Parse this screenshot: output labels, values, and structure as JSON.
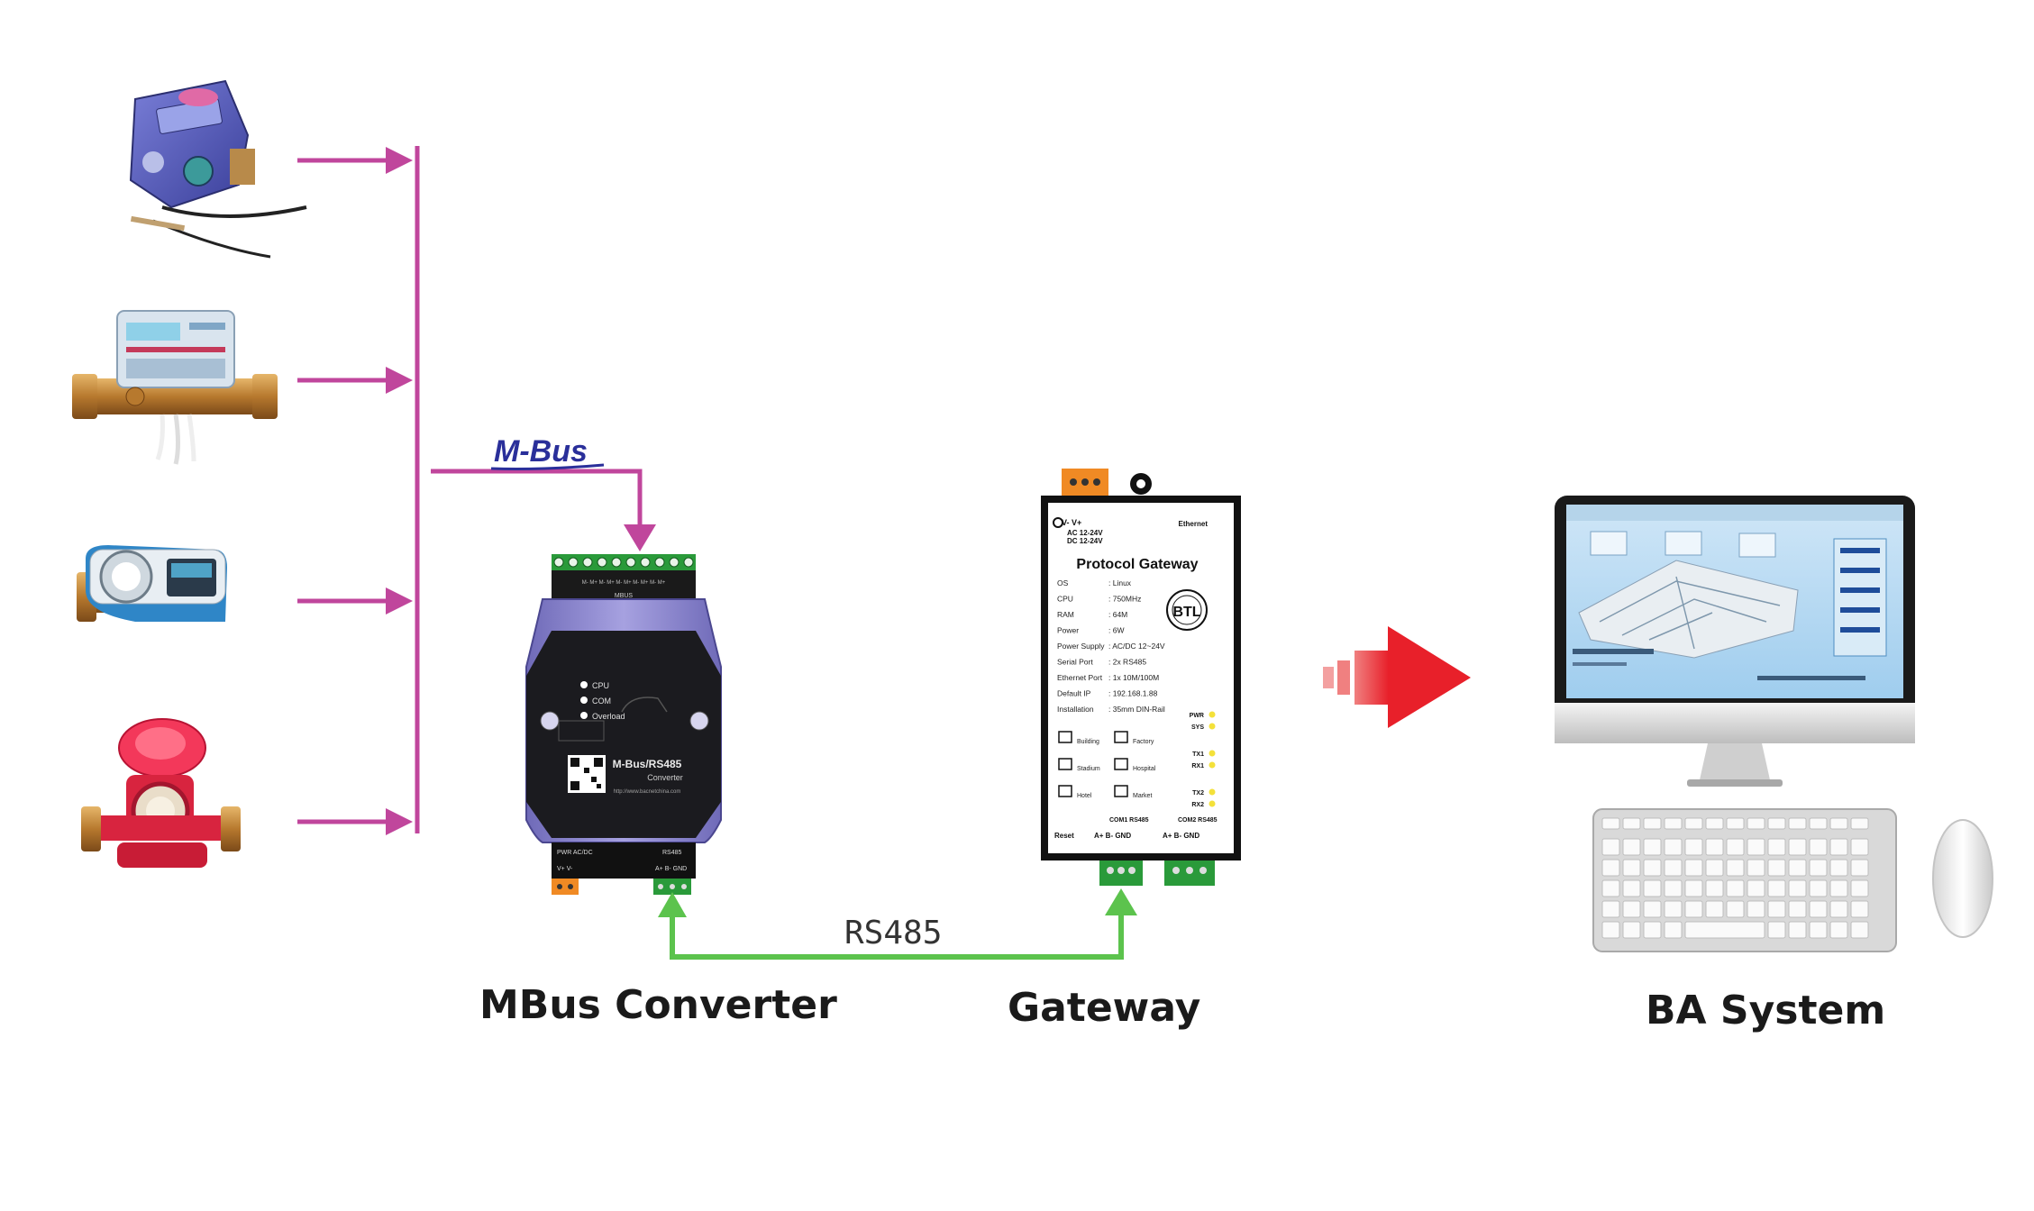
{
  "bus_label": "M-Bus",
  "rs485_label": "RS485",
  "captions": {
    "converter": "MBus Converter",
    "gateway": "Gateway",
    "ba_system": "BA System"
  },
  "converter": {
    "top_strip": "MBUS",
    "terminal_text": "M- M+ M- M+ M- M+ M- M+ M- M+",
    "leds": [
      "CPU",
      "COM",
      "Overload"
    ],
    "model": "M-Bus/RS485",
    "model_sub": "Converter",
    "url": "http://www.bacnetchina.com",
    "pwr_label": "PWR\nAC/DC",
    "pwr_pins": "V+   V-",
    "rs485_label": "RS485",
    "rs485_pins": "A+  B-  GND"
  },
  "gateway": {
    "power_title": "V-   V+",
    "power_ac": "AC 12-24V",
    "power_dc": "DC 12-24V",
    "ethernet": "Ethernet",
    "title": "Protocol Gateway",
    "specs": [
      {
        "k": "OS",
        "v": ": Linux"
      },
      {
        "k": "CPU",
        "v": ": 750MHz"
      },
      {
        "k": "RAM",
        "v": ": 64M"
      },
      {
        "k": "Power",
        "v": ": 6W"
      },
      {
        "k": "Power Supply",
        "v": ": AC/DC 12~24V"
      },
      {
        "k": "Serial Port",
        "v": ": 2x RS485"
      },
      {
        "k": "Ethernet Port",
        "v": ": 1x 10M/100M"
      },
      {
        "k": "Default IP",
        "v": ": 192.168.1.88"
      },
      {
        "k": "Installation",
        "v": ": 35mm DIN-Rail"
      }
    ],
    "leds": [
      "PWR",
      "SYS",
      "TX1",
      "RX1",
      "TX2",
      "RX2"
    ],
    "badge": "BTL",
    "apps": [
      "Building",
      "Factory",
      "Stadium",
      "Hospital",
      "Hotel",
      "Market"
    ],
    "com1": "COM1\nRS485",
    "com2": "COM2\nRS485",
    "reset": "Reset",
    "pins": "A+  B-  GND"
  },
  "colors": {
    "mbus_line": "#c0469c",
    "rs485_line": "#5cc34d",
    "red_arrow": "#e8202a",
    "mbus_text": "#2a2f9a",
    "converter_body": "#8c87cf"
  }
}
